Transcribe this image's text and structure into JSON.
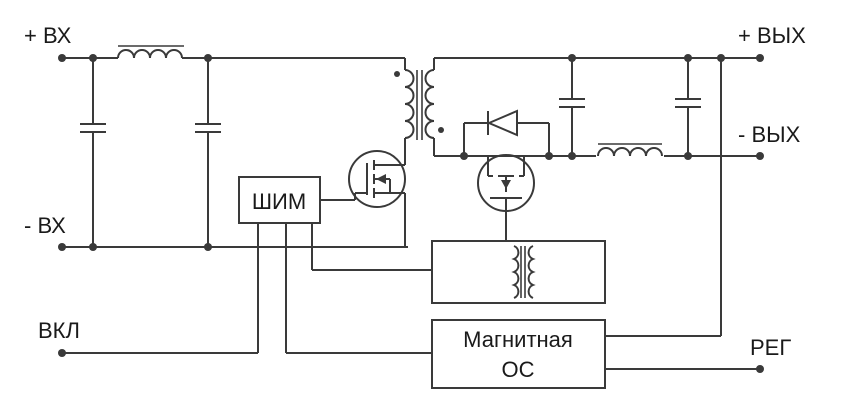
{
  "labels": {
    "in_plus": "+ ВХ",
    "in_minus": "- ВХ",
    "out_plus": "+ ВЫХ",
    "out_minus": "- ВЫХ",
    "enable": "ВКЛ",
    "reg": "РЕГ",
    "pwm": "ШИМ",
    "feedback_line1": "Магнитная",
    "feedback_line2": "ОС"
  }
}
